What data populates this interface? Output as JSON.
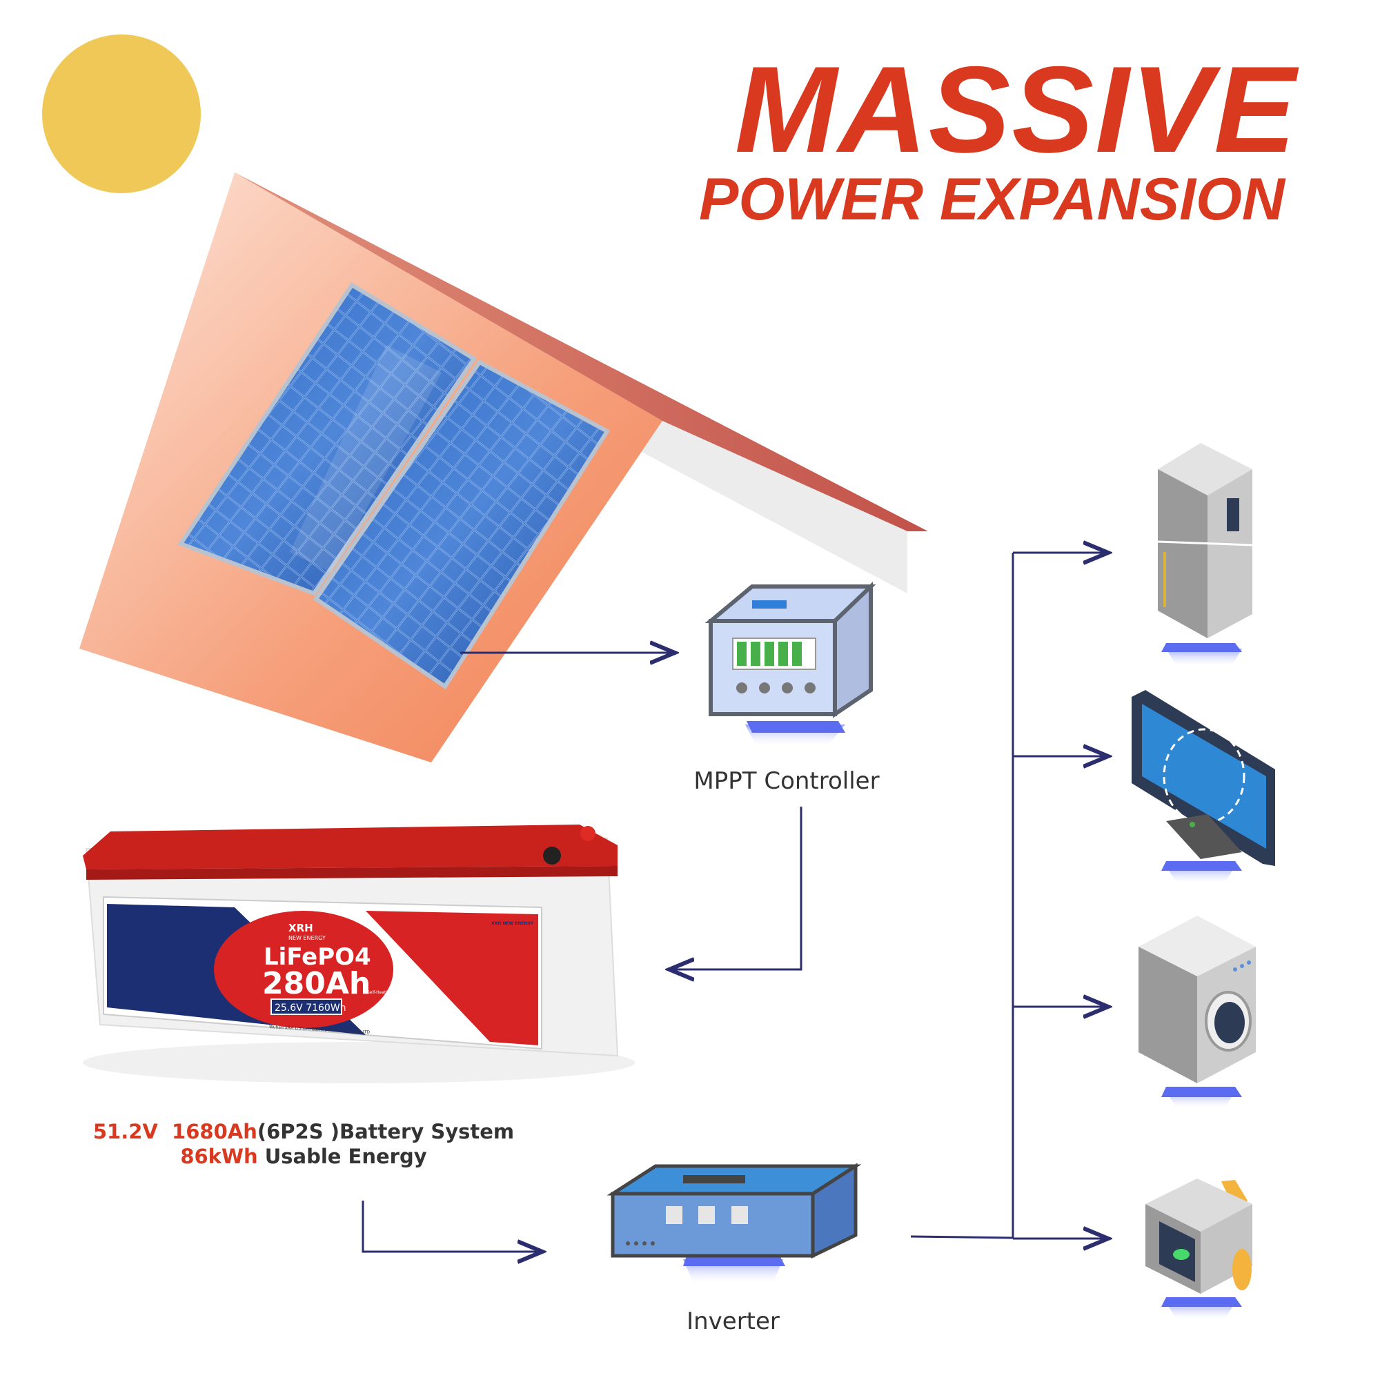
{
  "header": {
    "title": "MASSIVE",
    "subtitle": "POWER EXPANSION"
  },
  "nodes": {
    "mppt": {
      "label": "MPPT Controller"
    },
    "inverter": {
      "label": "Inverter"
    }
  },
  "battery": {
    "brand": "XRH",
    "brand_sub": "NEW ENERGY",
    "chemistry": "LiFePO4",
    "capacity": "280Ah",
    "rating": "25.6V 7160Wh",
    "feature": "Self-Heating",
    "manufacturer": "Wuhan XRH Lithium Battery New Energy Co.,LTD",
    "side_brand": "XRH NEW ENERGY"
  },
  "spec": {
    "voltage": "51.2V",
    "capacity": "1680Ah",
    "config": "(6P2S )Battery  System",
    "energy": "86kWh",
    "energy_label": "Usable Energy"
  },
  "appliances": [
    "refrigerator-icon",
    "monitor-icon",
    "washing-machine-icon",
    "toaster-icon"
  ],
  "colors": {
    "accent": "#d9391f",
    "line": "#2b2d6e",
    "sun": "#efc857",
    "panel": "#2b5fb4"
  }
}
